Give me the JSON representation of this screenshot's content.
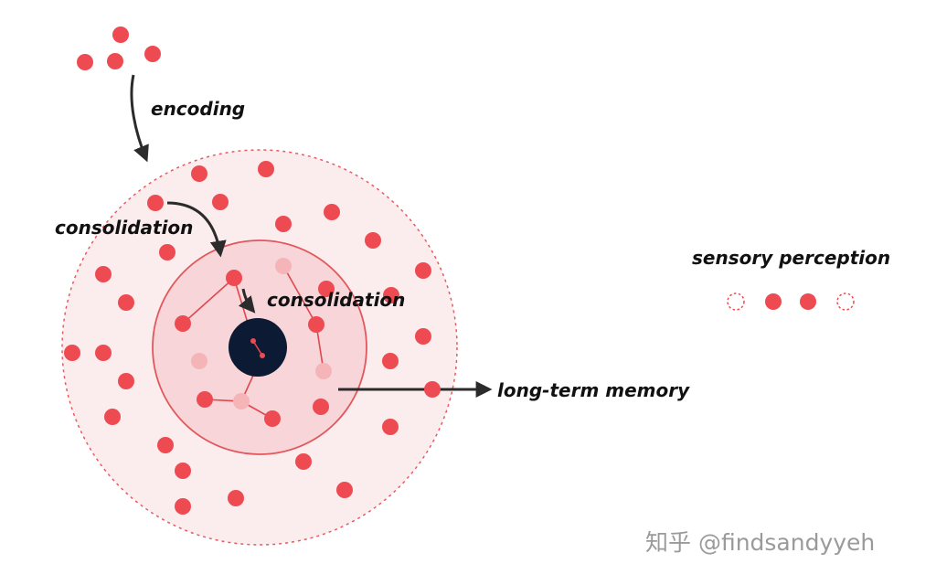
{
  "labels": {
    "encoding": "encoding",
    "consolidation_outer": "consolidation",
    "consolidation_inner": "consolidation",
    "long_term_memory": "long-term memory",
    "sensory_perception": "sensory perception"
  },
  "watermark": "知乎 @findsandyyeh",
  "colors": {
    "dot": "#ee4a52",
    "dot_faded": "#f5b5b8",
    "outer_fill": "#fbecee",
    "outer_border": "#e85a5f",
    "inner_fill": "#f7d5d8",
    "inner_border": "#e2575c",
    "core": "#0c1a33",
    "arrow": "#2b2b2b",
    "link": "#e0474e"
  },
  "legend": {
    "items": [
      "empty",
      "filled",
      "filled",
      "empty"
    ]
  }
}
